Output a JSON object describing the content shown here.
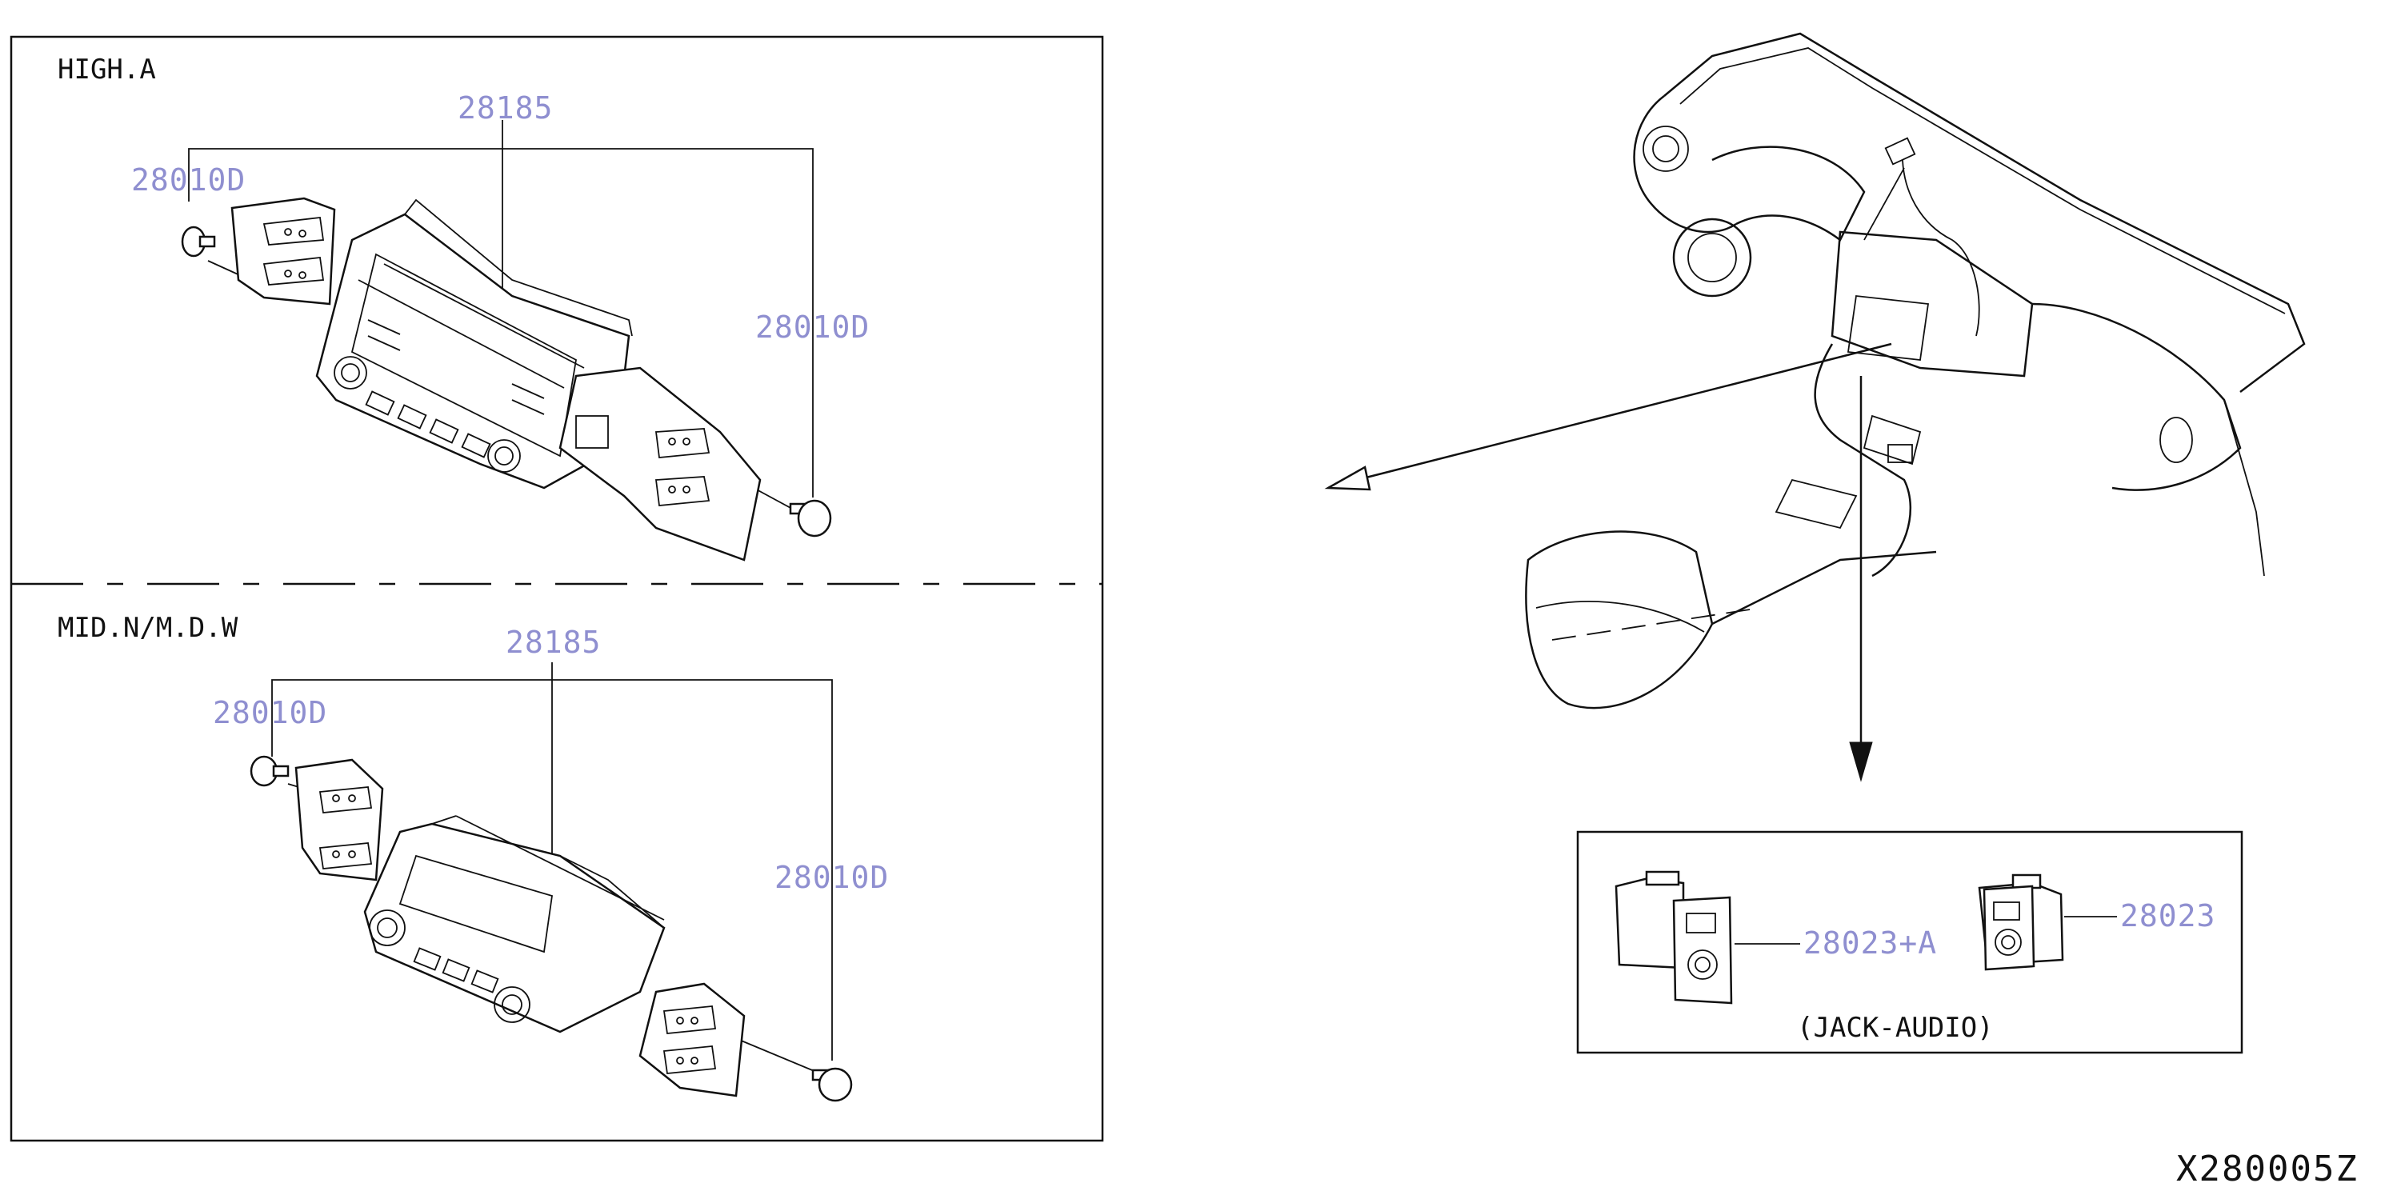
{
  "variant_labels": {
    "high": "HIGH.A",
    "mid": "MID.N/M.D.W"
  },
  "part_numbers": {
    "high_unit": "28185",
    "high_bracket_left": "28010D",
    "high_bracket_right": "28010D",
    "mid_unit": "28185",
    "mid_bracket_left": "28010D",
    "mid_bracket_right": "28010D",
    "jack_left": "28023+A",
    "jack_right": "28023"
  },
  "jack_caption": "(JACK-AUDIO)",
  "diagram_ref": "X280005Z",
  "colors": {
    "line": "#111111",
    "part_label": "#8f8fd0",
    "background": "#ffffff"
  }
}
